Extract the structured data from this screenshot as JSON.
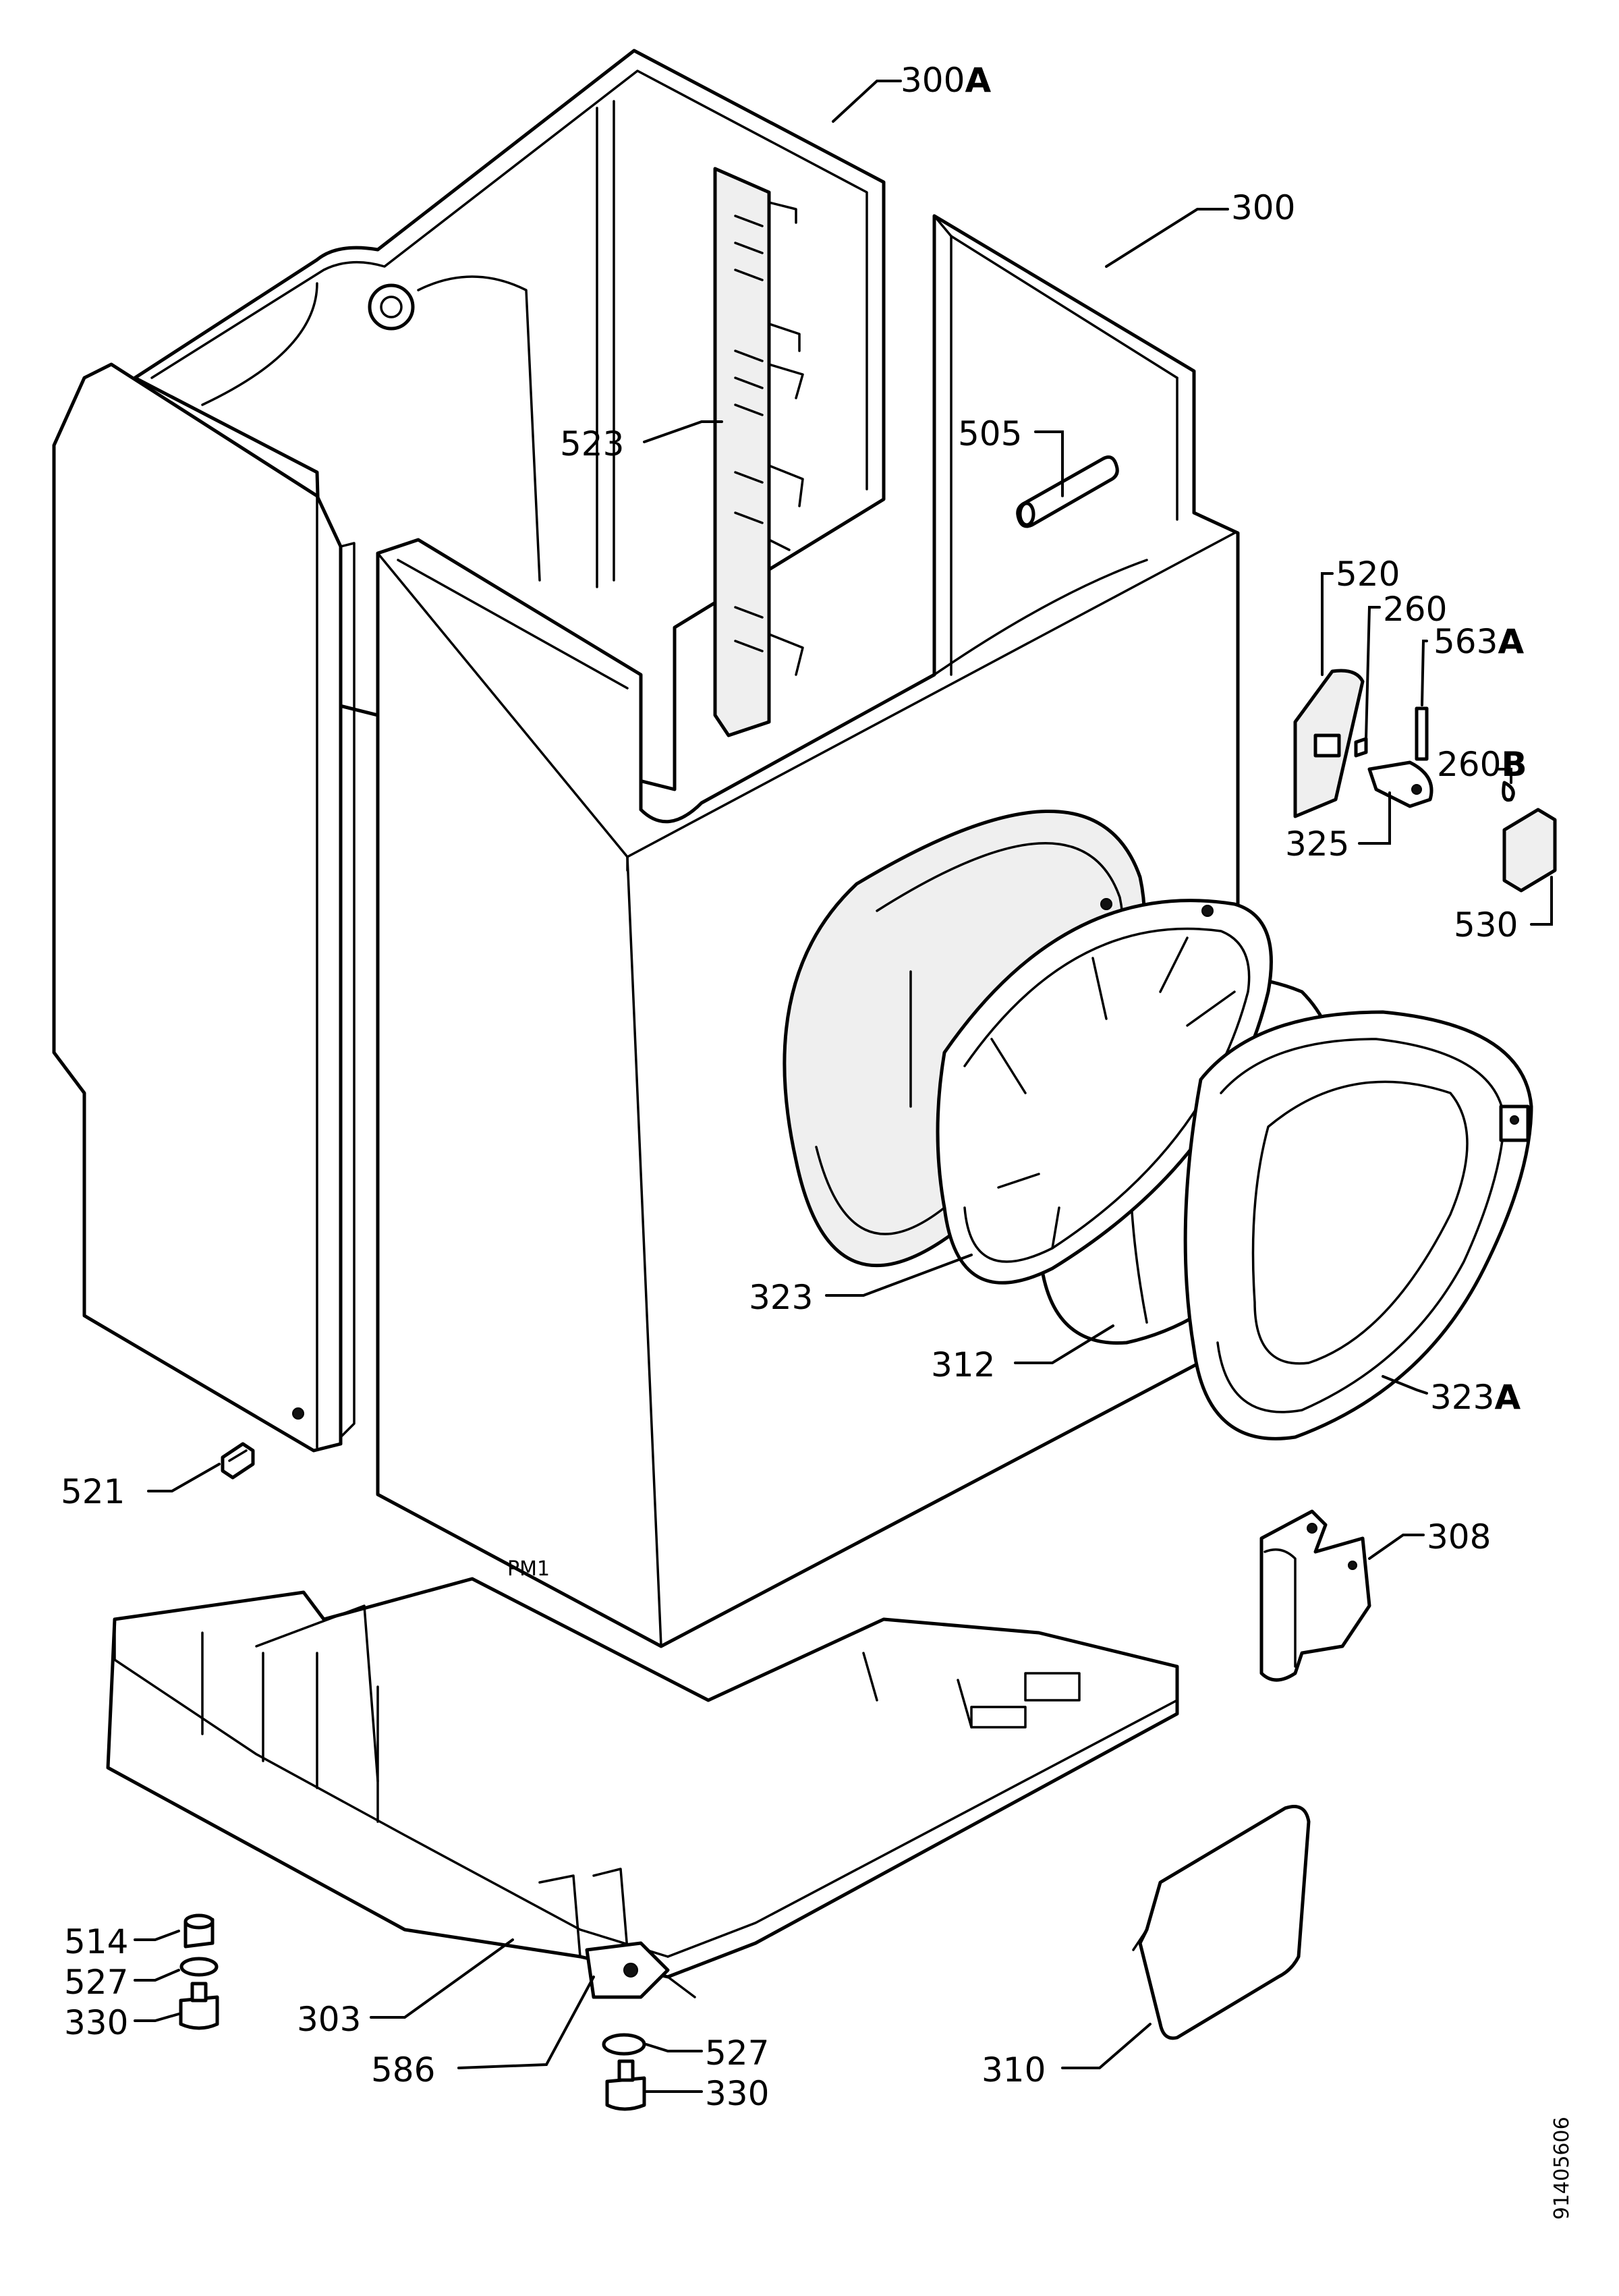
{
  "diagram": {
    "callouts": [
      {
        "id": "c-300a",
        "number": "300",
        "suffix": "A"
      },
      {
        "id": "c-300",
        "number": "300",
        "suffix": ""
      },
      {
        "id": "c-523",
        "number": "523",
        "suffix": ""
      },
      {
        "id": "c-505",
        "number": "505",
        "suffix": ""
      },
      {
        "id": "c-520",
        "number": "520",
        "suffix": ""
      },
      {
        "id": "c-260",
        "number": "260",
        "suffix": ""
      },
      {
        "id": "c-563a",
        "number": "563",
        "suffix": "A"
      },
      {
        "id": "c-260b",
        "number": "260",
        "suffix": "B"
      },
      {
        "id": "c-325",
        "number": "325",
        "suffix": ""
      },
      {
        "id": "c-530",
        "number": "530",
        "suffix": ""
      },
      {
        "id": "c-323",
        "number": "323",
        "suffix": ""
      },
      {
        "id": "c-312",
        "number": "312",
        "suffix": ""
      },
      {
        "id": "c-323a",
        "number": "323",
        "suffix": "A"
      },
      {
        "id": "c-521",
        "number": "521",
        "suffix": ""
      },
      {
        "id": "c-308",
        "number": "308",
        "suffix": ""
      },
      {
        "id": "c-514",
        "number": "514",
        "suffix": ""
      },
      {
        "id": "c-527-left",
        "number": "527",
        "suffix": ""
      },
      {
        "id": "c-330-left",
        "number": "330",
        "suffix": ""
      },
      {
        "id": "c-303",
        "number": "303",
        "suffix": ""
      },
      {
        "id": "c-586",
        "number": "586",
        "suffix": ""
      },
      {
        "id": "c-527-right",
        "number": "527",
        "suffix": ""
      },
      {
        "id": "c-330-right",
        "number": "330",
        "suffix": ""
      },
      {
        "id": "c-310",
        "number": "310",
        "suffix": ""
      }
    ],
    "base_marking": "PM1",
    "document_number": "91405606"
  }
}
